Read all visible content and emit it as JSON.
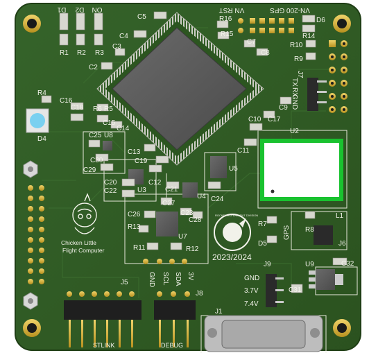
{
  "colors": {
    "background": "#ffffff",
    "pcb": "#2f5a22",
    "pcb_dark": "#244a1a",
    "silkscreen": "#f2f2ea",
    "gold": "#d9b53a",
    "chip": "#5c5c5c",
    "smd": "#d7d7cf",
    "gps_module": "#ffffff",
    "gps_border": "#19c22f",
    "led_blue": "#7ad0f0"
  },
  "labels": {
    "d1": "D1",
    "d2": "D2",
    "on": "ON",
    "r1": "R1",
    "r2": "R2",
    "r3": "R3",
    "c5": "C5",
    "c4": "C4",
    "c3": "C3",
    "c2": "C2",
    "vn_rst": "VN RST",
    "vn200_gps": "VN-200 GPS",
    "r16": "R16",
    "r15": "R15",
    "c7": "C7",
    "c8": "C8",
    "d6": "D6",
    "r14": "R14",
    "r10": "R10",
    "r9": "R9",
    "j7": "J7",
    "tx": "TX",
    "rx": "RX",
    "gnd_j7": "GND",
    "c9": "C9",
    "c10": "C10",
    "c17": "C17",
    "c11": "C11",
    "u2": "U2",
    "r4": "R4",
    "d4": "D4",
    "c16": "C16",
    "c18": "C18",
    "r6": "R6",
    "r5": "R5",
    "c15": "C15",
    "c14": "C14",
    "c25": "C25",
    "u8": "U8",
    "c13": "C13",
    "c19": "C19",
    "c30": "C30",
    "c29": "C29",
    "c20": "C20",
    "c22": "C22",
    "u3": "U3",
    "c12": "C12",
    "c21": "C21",
    "u4": "U4",
    "u5": "U5",
    "c24": "C24",
    "c27": "C27",
    "c26": "C26",
    "c23": "C23",
    "c28": "C28",
    "r13": "R13",
    "u7": "U7",
    "r11": "R11",
    "r12": "R12",
    "gnd_dbg": "GND",
    "scl": "SCL",
    "sda": "SDA",
    "v3": "3V",
    "r7": "R7",
    "d5": "D5",
    "gps": "GPS",
    "r8": "R8",
    "l1": "L1",
    "j6": "J6",
    "year": "2023/2024",
    "logo_text": "ROCKET EXPERIMENT DIVISION",
    "mascot_line1": "Chicken Little",
    "mascot_line2": "Flight Computer",
    "j9": "J9",
    "gnd_pwr": "GND",
    "v37": "3.7V",
    "v74": "7.4V",
    "c31": "C31",
    "u9": "U9",
    "c32": "C32",
    "j5": "J5",
    "j8": "J8",
    "j1": "J1",
    "stlink": "STLINK",
    "debug": "DEBUG"
  },
  "icons": {
    "mounting_hole": "mounting-hole-icon",
    "standoff": "hex-standoff-icon",
    "logo": "rocket-logo-icon",
    "mascot": "chicken-mascot-icon"
  }
}
